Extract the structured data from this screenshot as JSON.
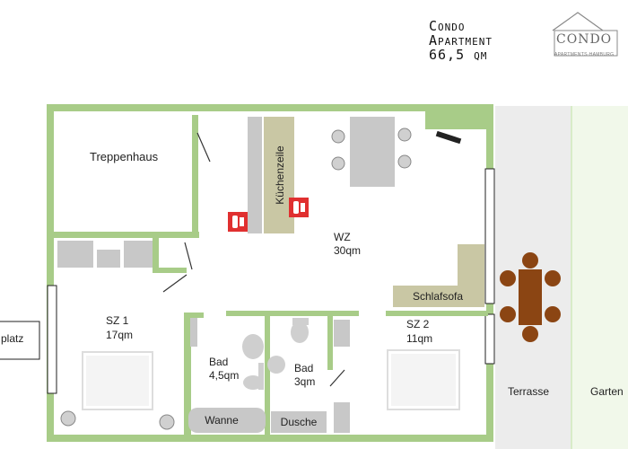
{
  "header": {
    "line1": "Condo",
    "line2": "Apartment",
    "line3": "66,5 qm"
  },
  "logo": {
    "name": "CONDO",
    "tagline": "APARTMENTS·HAMBURG"
  },
  "rooms": {
    "treppenhaus": "Treppenhaus",
    "kuechenzeile": "Küchenzeile",
    "wz_name": "WZ",
    "wz_size": "30qm",
    "schlafsofa": "Schlafsofa",
    "sz1_name": "SZ 1",
    "sz1_size": "17qm",
    "bad1_name": "Bad",
    "bad1_size": "4,5qm",
    "bad2_name": "Bad",
    "bad2_size": "3qm",
    "sz2_name": "SZ 2",
    "sz2_size": "11qm",
    "wanne": "Wanne",
    "dusche": "Dusche",
    "terrasse": "Terrasse",
    "garten": "Garten",
    "stellplatz": "platz"
  },
  "colors": {
    "wall": "#a8cc88",
    "furniture": "#c8c8c8",
    "kitchen": "#c9c7a4",
    "terrace": "#ececec",
    "garden": "#f1f8ea",
    "table": "#8b4513",
    "extinguisher": "#e03030"
  }
}
